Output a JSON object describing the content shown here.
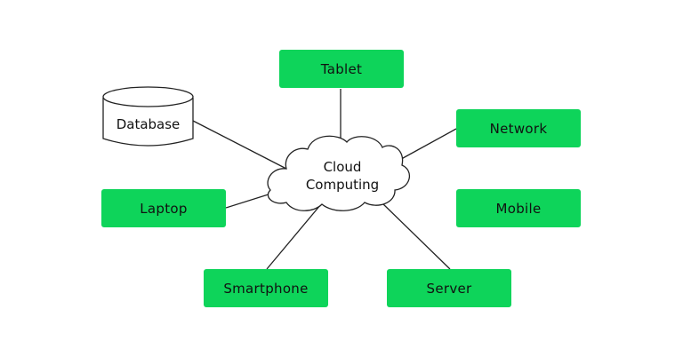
{
  "diagram": {
    "center": {
      "label_line1": "Cloud",
      "label_line2": "Computing",
      "shape": "cloud"
    },
    "database": {
      "label": "Database",
      "shape": "cylinder"
    },
    "nodes": [
      {
        "id": "tablet",
        "label": "Tablet",
        "connected": true
      },
      {
        "id": "network",
        "label": "Network",
        "connected": true
      },
      {
        "id": "mobile",
        "label": "Mobile",
        "connected": false
      },
      {
        "id": "laptop",
        "label": "Laptop",
        "connected": true
      },
      {
        "id": "smartphone",
        "label": "Smartphone",
        "connected": true
      },
      {
        "id": "server",
        "label": "Server",
        "connected": true
      }
    ],
    "colors": {
      "node_fill": "#0ed45a",
      "line": "#222222",
      "text": "#111111"
    }
  }
}
